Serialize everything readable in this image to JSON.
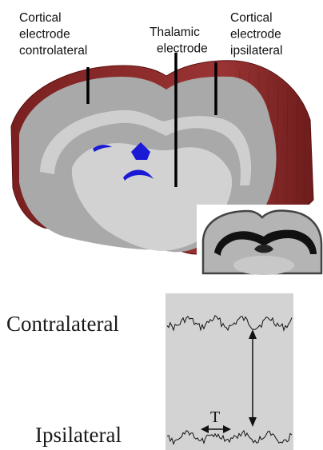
{
  "labels": {
    "cortical_contra": [
      "Cortical",
      "electrode",
      "controlateral"
    ],
    "thalamic": [
      "Thalamic",
      "electrode"
    ],
    "cortical_ipsi": [
      "Cortical",
      "electrode",
      "ipsilateral"
    ]
  },
  "traces": {
    "contralateral_label": "Contralateral",
    "ipsilateral_label": "Ipsilateral",
    "period_label": "T"
  },
  "colors": {
    "cortex_rim": "#8b2a2a",
    "tissue_gray": "#a9a9a9",
    "light_gray": "#cfcfcf",
    "ventricle_blue": "#1a1ad6",
    "panel_bg": "#d3d3d3"
  }
}
